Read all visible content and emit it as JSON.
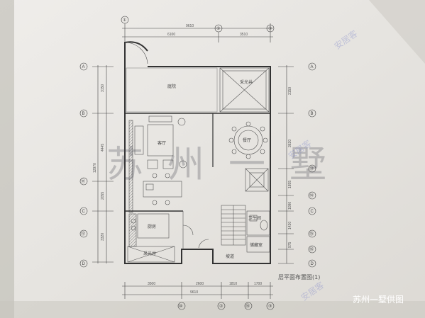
{
  "plan": {
    "top_dims": {
      "total": "9610",
      "left": "6100",
      "right": "3510"
    },
    "bottom_dims": {
      "d1": "3500",
      "d2": "2600",
      "d3": "1810",
      "d4": "1700",
      "total": "9610"
    },
    "left_dims": {
      "d1": "3150",
      "d2": "4445",
      "d3": "2055",
      "d4": "3320",
      "total": "12970"
    },
    "right_dims": {
      "d1": "3150",
      "d2": "3620",
      "d3": "1855",
      "d4": "1090",
      "d5": "1420",
      "d6": "975"
    },
    "axes": {
      "top": [
        "①",
        "②",
        "③"
      ],
      "bottom": [
        "⑩",
        "②",
        "⑯",
        "③"
      ],
      "left": [
        "A",
        "B",
        "⑪",
        "C",
        "⑫",
        "D"
      ],
      "right": [
        "A",
        "B",
        "⑬",
        "⑭",
        "C",
        "⑮",
        "⑯",
        "D"
      ]
    },
    "rooms": {
      "courtyard": "庭院",
      "skylight_top": "采光井",
      "living": "客厅",
      "dining": "餐厅",
      "kitchen": "厨房",
      "skylight_bottom": "采光井",
      "bathroom": "卫生间",
      "storage": "储藏室",
      "corridor": "坡道"
    },
    "caption": "层平面布置图(1)"
  },
  "watermark": {
    "big": "苏州一墅",
    "ghost": "安居客",
    "corner": "苏州一墅供图"
  }
}
